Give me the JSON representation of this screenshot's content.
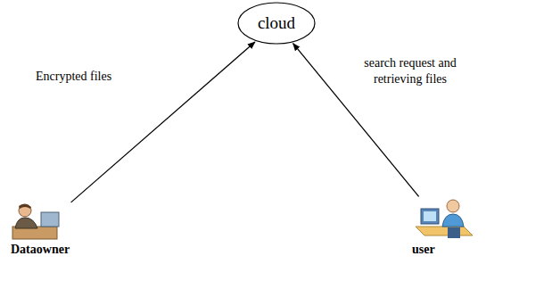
{
  "diagram": {
    "nodes": [
      {
        "text": [
          "cloud"
        ]
      },
      {
        "text": [
          "Dataowner"
        ]
      },
      {
        "text": [
          "user"
        ]
      }
    ],
    "edges": [
      {
        "from": 1,
        "to": 0,
        "arrow": "to",
        "label": "Encrypted files"
      },
      {
        "from": 2,
        "to": 0,
        "arrow": "to",
        "label": "search request and retrieving files"
      }
    ]
  }
}
